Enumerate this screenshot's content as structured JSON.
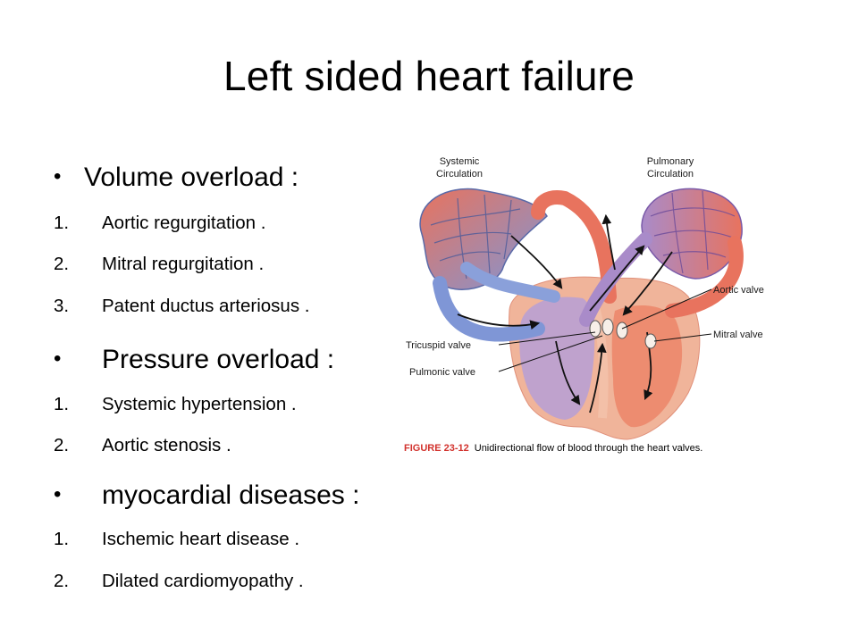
{
  "slide": {
    "title": "Left sided heart failure",
    "sections": [
      {
        "heading": "Volume overload :",
        "items": [
          {
            "num": "1.",
            "text": "Aortic regurgitation ."
          },
          {
            "num": "2.",
            "text": "Mitral regurgitation ."
          },
          {
            "num": "3.",
            "text": "Patent ductus arteriosus ."
          }
        ]
      },
      {
        "heading": "Pressure overload :",
        "items": [
          {
            "num": "1.",
            "text": "Systemic hypertension ."
          },
          {
            "num": "2.",
            "text": "Aortic stenosis ."
          }
        ]
      },
      {
        "heading": "myocardial diseases :",
        "items": [
          {
            "num": "1.",
            "text": "Ischemic heart disease ."
          },
          {
            "num": "2.",
            "text": "Dilated cardiomyopathy ."
          }
        ]
      }
    ],
    "bullet_symbol": "•"
  },
  "figure": {
    "labels": {
      "systemic": [
        "Systemic",
        "Circulation"
      ],
      "pulmonary": [
        "Pulmonary",
        "Circulation"
      ],
      "aortic_valve": "Aortic valve",
      "mitral_valve": "Mitral valve",
      "tricuspid_valve": "Tricuspid valve",
      "pulmonic_valve": "Pulmonic valve"
    },
    "caption_label": "FIGURE 23-12",
    "caption_text": "Unidirectional flow of blood through the heart valves.",
    "colors": {
      "oxygenated": "#e8735e",
      "deoxygenated": "#7f96d6",
      "pulmonary": "#a98bc9",
      "muscle": "#f0b49a"
    }
  }
}
